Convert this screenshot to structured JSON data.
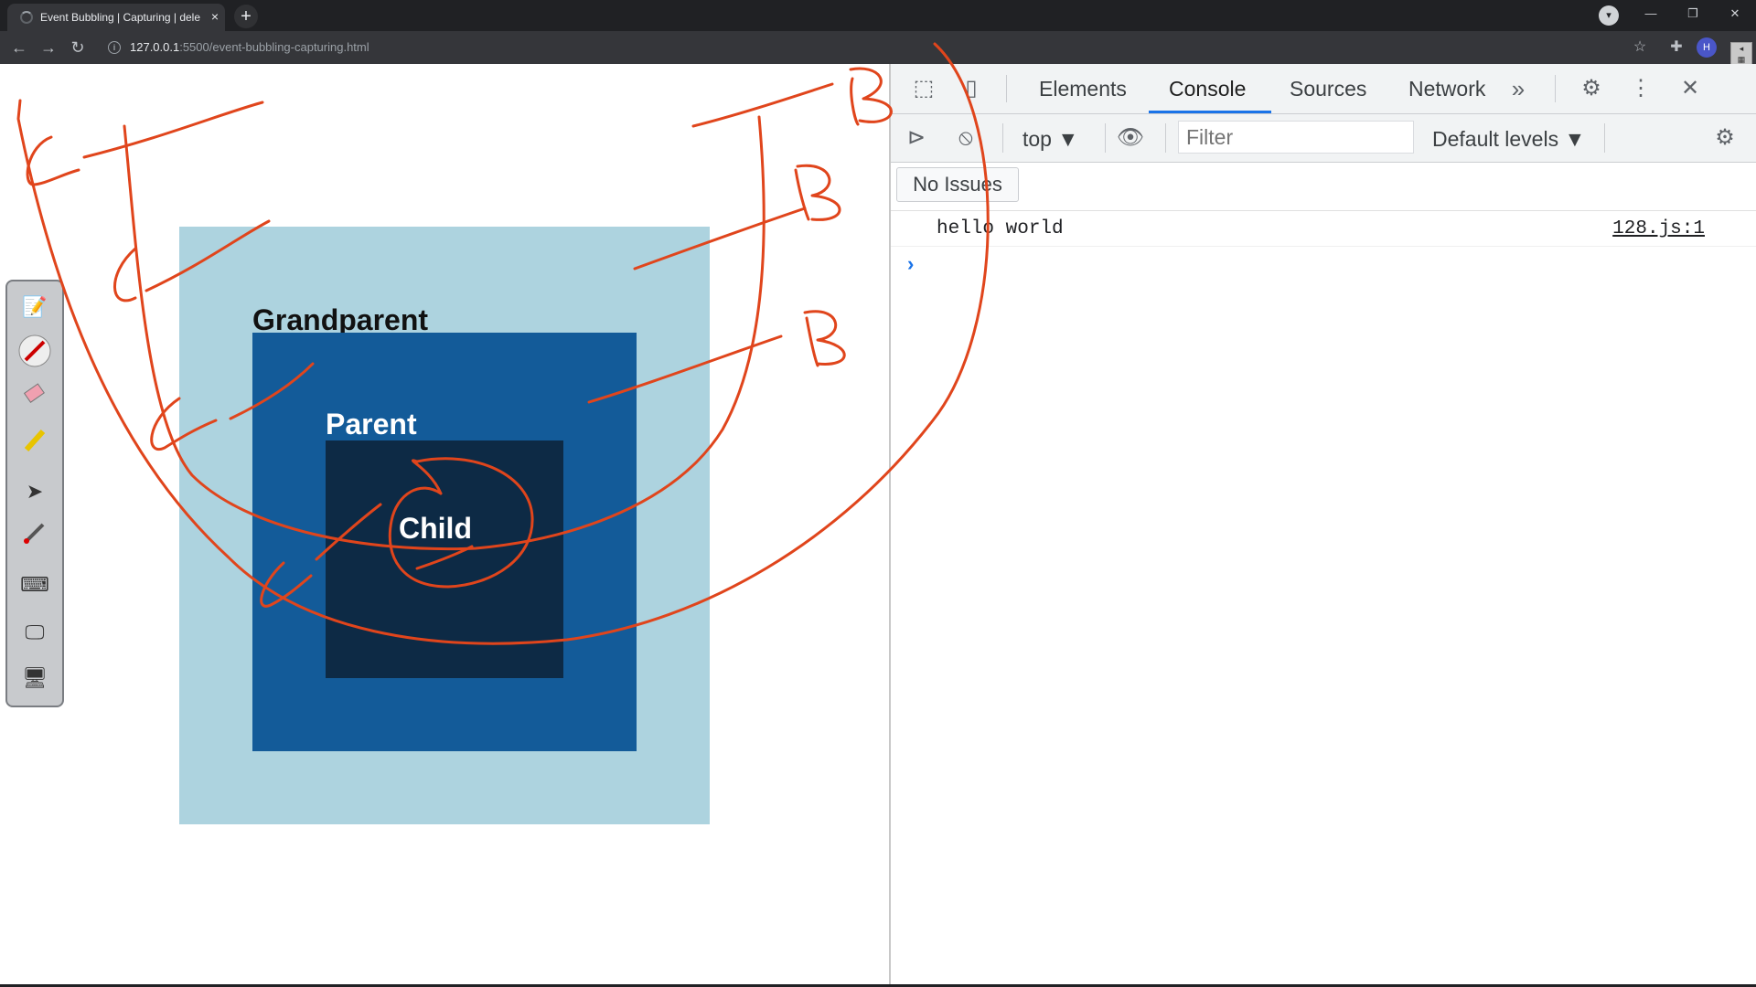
{
  "browser": {
    "tab_title": "Event Bubbling | Capturing | dele",
    "url_host": "127.0.0.1",
    "url_rest": ":5500/event-bubbling-capturing.html",
    "profile_initial": "H",
    "new_tab": "+",
    "tab_close": "×"
  },
  "page": {
    "grandparent_label": "Grandparent",
    "parent_label": "Parent",
    "child_label": "Child",
    "colors": {
      "grandparent": "#add3df",
      "parent": "#135b99",
      "child": "#0d2a45",
      "ink": "#e0451c"
    }
  },
  "annotation_tools": [
    "pen-tablet-icon",
    "red-pen-icon",
    "eraser-icon",
    "highlighter-icon",
    "pointer-icon",
    "laser-pen-icon",
    "keyboard-icon",
    "screen-icon",
    "desktop-icon"
  ],
  "devtools": {
    "tabs": [
      {
        "label": "Elements",
        "active": false
      },
      {
        "label": "Console",
        "active": true
      },
      {
        "label": "Sources",
        "active": false
      },
      {
        "label": "Network",
        "active": false
      }
    ],
    "more_tabs": "»",
    "context": "top",
    "filter_placeholder": "Filter",
    "levels": "Default levels",
    "issues": "No Issues",
    "log": {
      "message": "hello world",
      "source": "128.js:1"
    },
    "prompt": "›"
  }
}
